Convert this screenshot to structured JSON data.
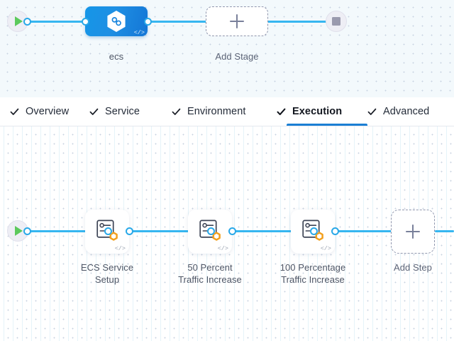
{
  "app": {
    "accent_color": "#1b7fd4",
    "wire_color": "#36b6f0",
    "stage_node_color": "#1688e2",
    "badge_color": "#f5a623",
    "canvas_bg_top": "#f3f9fc",
    "canvas_bg_bottom": "#ffffff"
  },
  "stage_canvas": {
    "start_node": {
      "name": "pipeline-start",
      "icon": "play-icon"
    },
    "end_node": {
      "name": "pipeline-end",
      "icon": "stop-icon"
    },
    "stages": [
      {
        "label": "ecs",
        "icon": "hexagon-deployment-icon",
        "code_badge": "</>",
        "selected": true
      }
    ],
    "add_stage": {
      "label": "Add Stage",
      "icon": "plus-icon"
    }
  },
  "tabs": [
    {
      "label": "Overview",
      "check": "check-icon",
      "active": false
    },
    {
      "label": "Service",
      "check": "check-icon",
      "active": false
    },
    {
      "label": "Environment",
      "check": "check-icon",
      "active": false
    },
    {
      "label": "Execution",
      "check": "check-icon",
      "active": true
    },
    {
      "label": "Advanced",
      "check": "check-icon",
      "active": false
    }
  ],
  "step_canvas": {
    "start_node": {
      "name": "execution-start",
      "icon": "play-icon"
    },
    "steps": [
      {
        "label_line1": "ECS Service",
        "label_line2": "Setup",
        "icon": "step-settings-icon",
        "badge": "hexagon-badge-icon",
        "code_badge": "</>"
      },
      {
        "label_line1": "50 Percent",
        "label_line2": "Traffic Increase",
        "icon": "step-settings-icon",
        "badge": "hexagon-badge-icon",
        "code_badge": "</>"
      },
      {
        "label_line1": "100 Percentage",
        "label_line2": "Traffic Increase",
        "icon": "step-settings-icon",
        "badge": "hexagon-badge-icon",
        "code_badge": "</>"
      }
    ],
    "add_step": {
      "label": "Add Step",
      "icon": "plus-icon"
    }
  }
}
